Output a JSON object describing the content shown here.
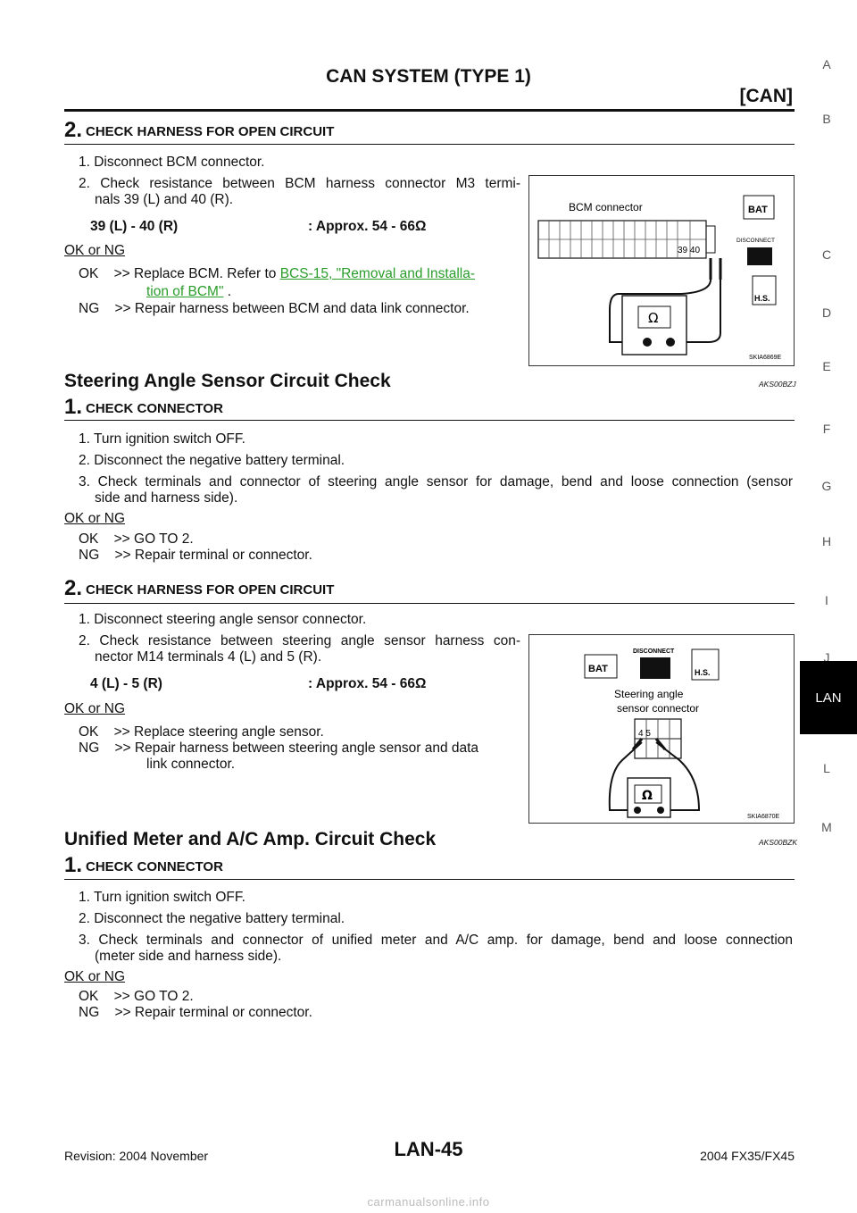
{
  "header": {
    "title": "CAN SYSTEM (TYPE 1)",
    "section": "[CAN]"
  },
  "side_index": [
    "A",
    "B",
    "C",
    "D",
    "E",
    "F",
    "G",
    "H",
    "I",
    "J",
    "LAN",
    "L",
    "M"
  ],
  "side_active": "LAN",
  "block1": {
    "step_num": "2.",
    "step_title": "CHECK HARNESS FOR OPEN CIRCUIT",
    "items": [
      "1. Disconnect BCM connector.",
      "2. Check resistance between BCM harness connector M3 termi-",
      "nals 39 (L) and 40 (R)."
    ],
    "spec_left": "39 (L) - 40 (R)",
    "spec_right": ": Approx. 54 - 66Ω",
    "okng": "OK or NG",
    "ok_prefix": "OK    >> Replace BCM. Refer to ",
    "ok_link1": "BCS-15, \"Removal and Installa-",
    "ok_link2": "tion of BCM\"",
    "ok_suffix": " .",
    "ng": "NG    >> Repair harness between BCM and data link connector.",
    "figure": {
      "label": "BCM connector",
      "pins": "39 40",
      "bat": "BAT",
      "disconnect": "DISCONNECT",
      "hs": "H.S.",
      "omega": "Ω",
      "code": "SKIA6869E"
    }
  },
  "section2": {
    "title": "Steering Angle Sensor Circuit Check",
    "code": "AKS00BZJ",
    "step1": {
      "step_num": "1.",
      "step_title": "CHECK CONNECTOR",
      "items": [
        "1. Turn ignition switch OFF.",
        "2. Disconnect the negative battery terminal.",
        "3. Check terminals and connector of steering angle sensor for damage, bend and loose connection (sensor",
        "side and harness side)."
      ],
      "okng": "OK or NG",
      "ok": "OK    >> GO TO 2.",
      "ng": "NG    >> Repair terminal or connector."
    },
    "step2": {
      "step_num": "2.",
      "step_title": "CHECK HARNESS FOR OPEN CIRCUIT",
      "items": [
        "1. Disconnect steering angle sensor connector.",
        "2. Check resistance between steering angle sensor harness con-",
        "nector M14 terminals 4 (L) and 5 (R)."
      ],
      "spec_left": "4 (L) - 5 (R)",
      "spec_right": ": Approx. 54 - 66Ω",
      "okng": "OK or NG",
      "ok": "OK    >> Replace steering angle sensor.",
      "ng1": "NG    >> Repair harness between steering angle sensor and data",
      "ng2": "link connector.",
      "figure": {
        "bat": "BAT",
        "disconnect": "DISCONNECT",
        "hs": "H.S.",
        "label1": "Steering angle",
        "label2": "sensor connector",
        "pins": "4  5",
        "omega": "Ω",
        "code": "SKIA6870E"
      }
    }
  },
  "section3": {
    "title": "Unified Meter and A/C Amp. Circuit Check",
    "code": "AKS00BZK",
    "step1": {
      "step_num": "1.",
      "step_title": "CHECK CONNECTOR",
      "items": [
        "1. Turn ignition switch OFF.",
        "2. Disconnect the negative battery terminal.",
        "3. Check terminals and connector of unified meter and A/C amp. for damage, bend and loose connection",
        "(meter side and harness side)."
      ],
      "okng": "OK or NG",
      "ok": "OK    >> GO TO 2.",
      "ng": "NG    >> Repair terminal or connector."
    }
  },
  "footer": {
    "revision": "Revision: 2004 November",
    "page": "LAN-45",
    "model": "2004 FX35/FX45"
  },
  "watermark": "carmanualsonline.info"
}
